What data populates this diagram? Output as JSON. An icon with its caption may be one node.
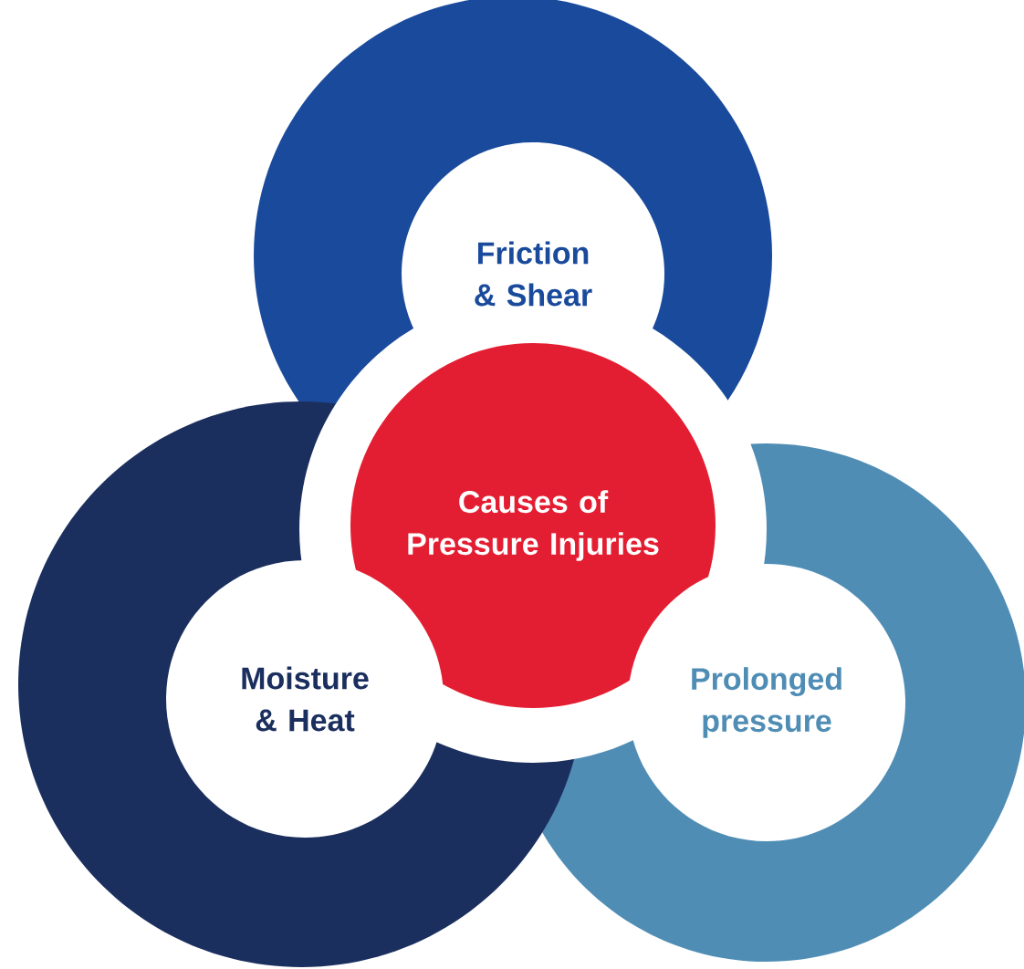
{
  "diagram": {
    "nodes": [
      {
        "text": [
          "Friction & Shear"
        ]
      },
      {
        "text": [
          "Causes of Pressure Injuries"
        ]
      },
      {
        "text": [
          "Moisture & Heat"
        ]
      },
      {
        "text": [
          "Prolonged pressure"
        ]
      }
    ]
  }
}
